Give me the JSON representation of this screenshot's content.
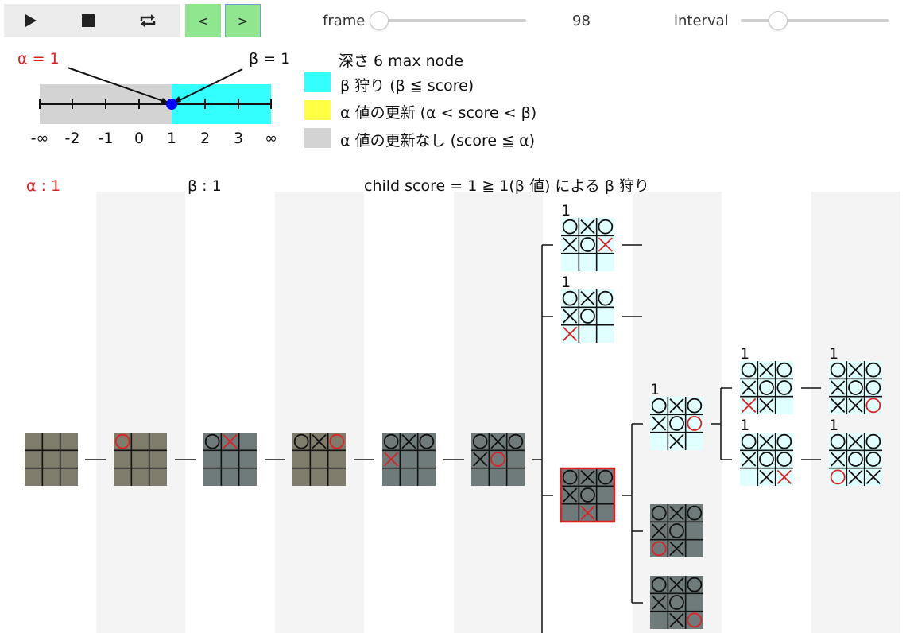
{
  "controls": {
    "play_icon": "play-icon",
    "stop_icon": "stop-icon",
    "repeat_icon": "repeat-icon",
    "prev_label": "<",
    "next_label": ">",
    "frame_label": "frame",
    "frame_value": "98",
    "interval_label": "interval"
  },
  "legend": {
    "alpha_label": "α = 1",
    "beta_label": "β = 1",
    "depth_label": "深さ 6 max node",
    "beta_cut_label": "β 狩り (β ≦ score)",
    "alpha_update_label": "α 値の更新 (α < score < β)",
    "no_update_label": "α 値の更新なし (score ≦ α)",
    "ticks": [
      "-∞",
      "-2",
      "-1",
      "0",
      "1",
      "2",
      "3",
      "∞"
    ],
    "colors": {
      "beta_cut": "#33ffff",
      "alpha_update": "#ffff44",
      "no_update": "#d3d3d3",
      "marker": "#0000ff"
    },
    "alpha": 1,
    "beta": 1
  },
  "status": {
    "alpha_text": "α : 1",
    "beta_text": "β : 1",
    "message": "child score = 1 ≧ 1(β 値) による β 狩り"
  },
  "tree": {
    "boards": [
      {
        "id": "d0",
        "cells": [
          "",
          "",
          "",
          "",
          "",
          "",
          "",
          "",
          ""
        ],
        "last": -1,
        "bg": "#7f7c6c",
        "score": ""
      },
      {
        "id": "d1",
        "cells": [
          "O",
          "",
          "",
          "",
          "",
          "",
          "",
          "",
          ""
        ],
        "last": 0,
        "bg": "#7f7c6c",
        "score": ""
      },
      {
        "id": "d2",
        "cells": [
          "O",
          "X",
          "",
          "",
          "",
          "",
          "",
          "",
          ""
        ],
        "last": 1,
        "bg": "#6f7b7b",
        "score": ""
      },
      {
        "id": "d3",
        "cells": [
          "O",
          "X",
          "O",
          "",
          "",
          "",
          "",
          "",
          ""
        ],
        "last": 2,
        "bg": "#7f7c6c",
        "score": ""
      },
      {
        "id": "d4",
        "cells": [
          "O",
          "X",
          "O",
          "X",
          "",
          "",
          "",
          "",
          ""
        ],
        "last": 3,
        "bg": "#6f7b7b",
        "score": ""
      },
      {
        "id": "d5",
        "cells": [
          "O",
          "X",
          "O",
          "X",
          "O",
          "",
          "",
          "",
          ""
        ],
        "last": 4,
        "bg": "#6f7b7b",
        "score": ""
      },
      {
        "id": "d6a",
        "cells": [
          "O",
          "X",
          "O",
          "X",
          "O",
          "X",
          "",
          "",
          ""
        ],
        "last": 5,
        "bg": "#e0ffff",
        "score": "1"
      },
      {
        "id": "d6b",
        "cells": [
          "O",
          "X",
          "O",
          "X",
          "O",
          "",
          "X",
          "",
          ""
        ],
        "last": 6,
        "bg": "#e0ffff",
        "score": "1"
      },
      {
        "id": "d6c",
        "cells": [
          "O",
          "X",
          "O",
          "X",
          "O",
          "",
          "",
          "X",
          ""
        ],
        "last": 7,
        "bg": "#6f7b7b",
        "score": "",
        "highlight": true
      },
      {
        "id": "d7a",
        "cells": [
          "O",
          "X",
          "O",
          "X",
          "O",
          "O",
          "",
          "X",
          ""
        ],
        "last": 5,
        "bg": "#e0ffff",
        "score": "1"
      },
      {
        "id": "d7b",
        "cells": [
          "O",
          "X",
          "O",
          "X",
          "O",
          "",
          "O",
          "X",
          ""
        ],
        "last": 6,
        "bg": "#6f7b7b",
        "score": ""
      },
      {
        "id": "d7c",
        "cells": [
          "O",
          "X",
          "O",
          "X",
          "O",
          "",
          "",
          "X",
          "O"
        ],
        "last": 8,
        "bg": "#6f7b7b",
        "score": ""
      },
      {
        "id": "d8a",
        "cells": [
          "O",
          "X",
          "O",
          "X",
          "O",
          "O",
          "X",
          "X",
          ""
        ],
        "last": 6,
        "bg": "#e0ffff",
        "score": "1"
      },
      {
        "id": "d8b",
        "cells": [
          "O",
          "X",
          "O",
          "X",
          "O",
          "O",
          "",
          "X",
          "X"
        ],
        "last": 8,
        "bg": "#e0ffff",
        "score": "1"
      },
      {
        "id": "d9a",
        "cells": [
          "O",
          "X",
          "O",
          "X",
          "O",
          "O",
          "X",
          "X",
          "O"
        ],
        "last": 8,
        "bg": "#e0ffff",
        "score": "1"
      },
      {
        "id": "d9b",
        "cells": [
          "O",
          "X",
          "O",
          "X",
          "O",
          "O",
          "O",
          "X",
          "X"
        ],
        "last": 6,
        "bg": "#e0ffff",
        "score": "1"
      }
    ]
  }
}
